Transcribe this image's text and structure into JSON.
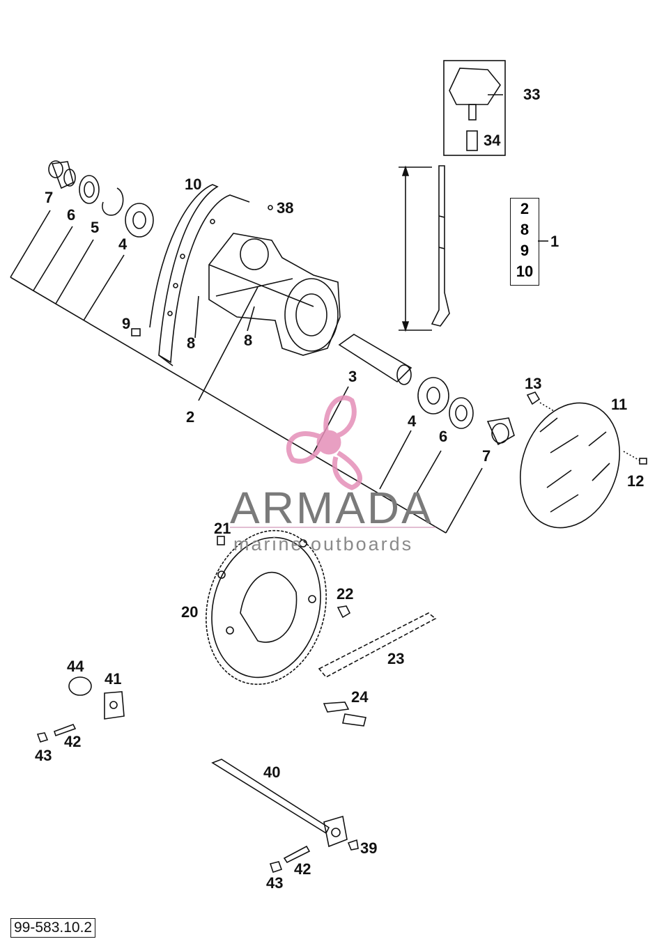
{
  "document_ref": "99-583.10.2",
  "watermark": {
    "brand": "ARMADA",
    "tagline": "marine outboards",
    "color": "#e58fb8"
  },
  "kit_contents": [
    "2",
    "8",
    "9",
    "10"
  ],
  "kit_callout": "1",
  "callouts": [
    {
      "id": "c7a",
      "text": "7"
    },
    {
      "id": "c6a",
      "text": "6"
    },
    {
      "id": "c5",
      "text": "5"
    },
    {
      "id": "c4a",
      "text": "4"
    },
    {
      "id": "c10",
      "text": "10"
    },
    {
      "id": "c38",
      "text": "38"
    },
    {
      "id": "c33",
      "text": "33"
    },
    {
      "id": "c34",
      "text": "34"
    },
    {
      "id": "c9",
      "text": "9"
    },
    {
      "id": "c8a",
      "text": "8"
    },
    {
      "id": "c8b",
      "text": "8"
    },
    {
      "id": "c2",
      "text": "2"
    },
    {
      "id": "c3",
      "text": "3"
    },
    {
      "id": "c4b",
      "text": "4"
    },
    {
      "id": "c6b",
      "text": "6"
    },
    {
      "id": "c7b",
      "text": "7"
    },
    {
      "id": "c13",
      "text": "13"
    },
    {
      "id": "c11",
      "text": "11"
    },
    {
      "id": "c12",
      "text": "12"
    },
    {
      "id": "c21",
      "text": "21"
    },
    {
      "id": "c20",
      "text": "20"
    },
    {
      "id": "c22",
      "text": "22"
    },
    {
      "id": "c23",
      "text": "23"
    },
    {
      "id": "c24",
      "text": "24"
    },
    {
      "id": "c44",
      "text": "44"
    },
    {
      "id": "c41",
      "text": "41"
    },
    {
      "id": "c42a",
      "text": "42"
    },
    {
      "id": "c43a",
      "text": "43"
    },
    {
      "id": "c40",
      "text": "40"
    },
    {
      "id": "c39",
      "text": "39"
    },
    {
      "id": "c42b",
      "text": "42"
    },
    {
      "id": "c43b",
      "text": "43"
    }
  ]
}
